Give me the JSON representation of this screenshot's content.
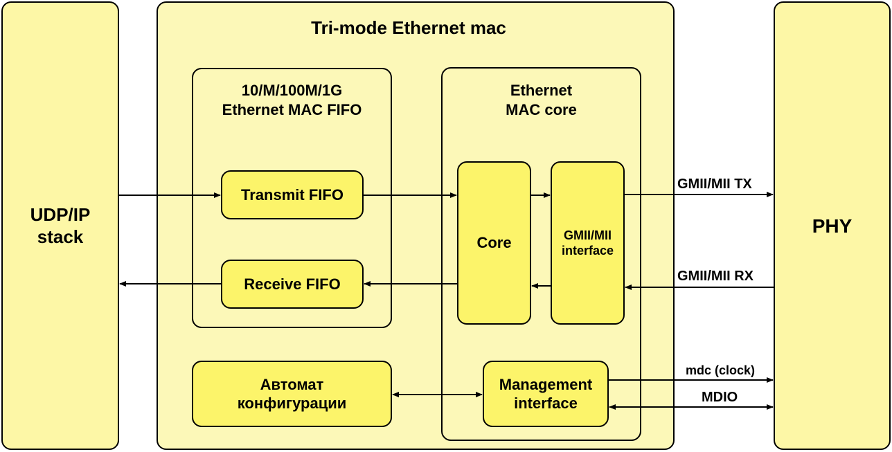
{
  "blocks": {
    "udp_stack": "UDP/IP\nstack",
    "mac_container": "Tri-mode Ethernet mac",
    "mac_fifo": "10/M/100M/1G\nEthernet MAC FIFO",
    "transmit_fifo": "Transmit FIFO",
    "receive_fifo": "Receive FIFO",
    "mac_core_group": "Ethernet\nMAC core",
    "core": "Core",
    "gmii_interface": "GMII/MII\ninterface",
    "config_automaton": "Автомат\nконфигурации",
    "management_interface": "Management\ninterface",
    "phy": "PHY"
  },
  "signals": {
    "gmii_tx": "GMII/MII TX",
    "gmii_rx": "GMII/MII RX",
    "mdc": "mdc (clock)",
    "mdio": "MDIO"
  },
  "colors": {
    "pale_fill": "#fcf8b8",
    "bright_fill": "#fcf46a",
    "line": "#000000"
  }
}
